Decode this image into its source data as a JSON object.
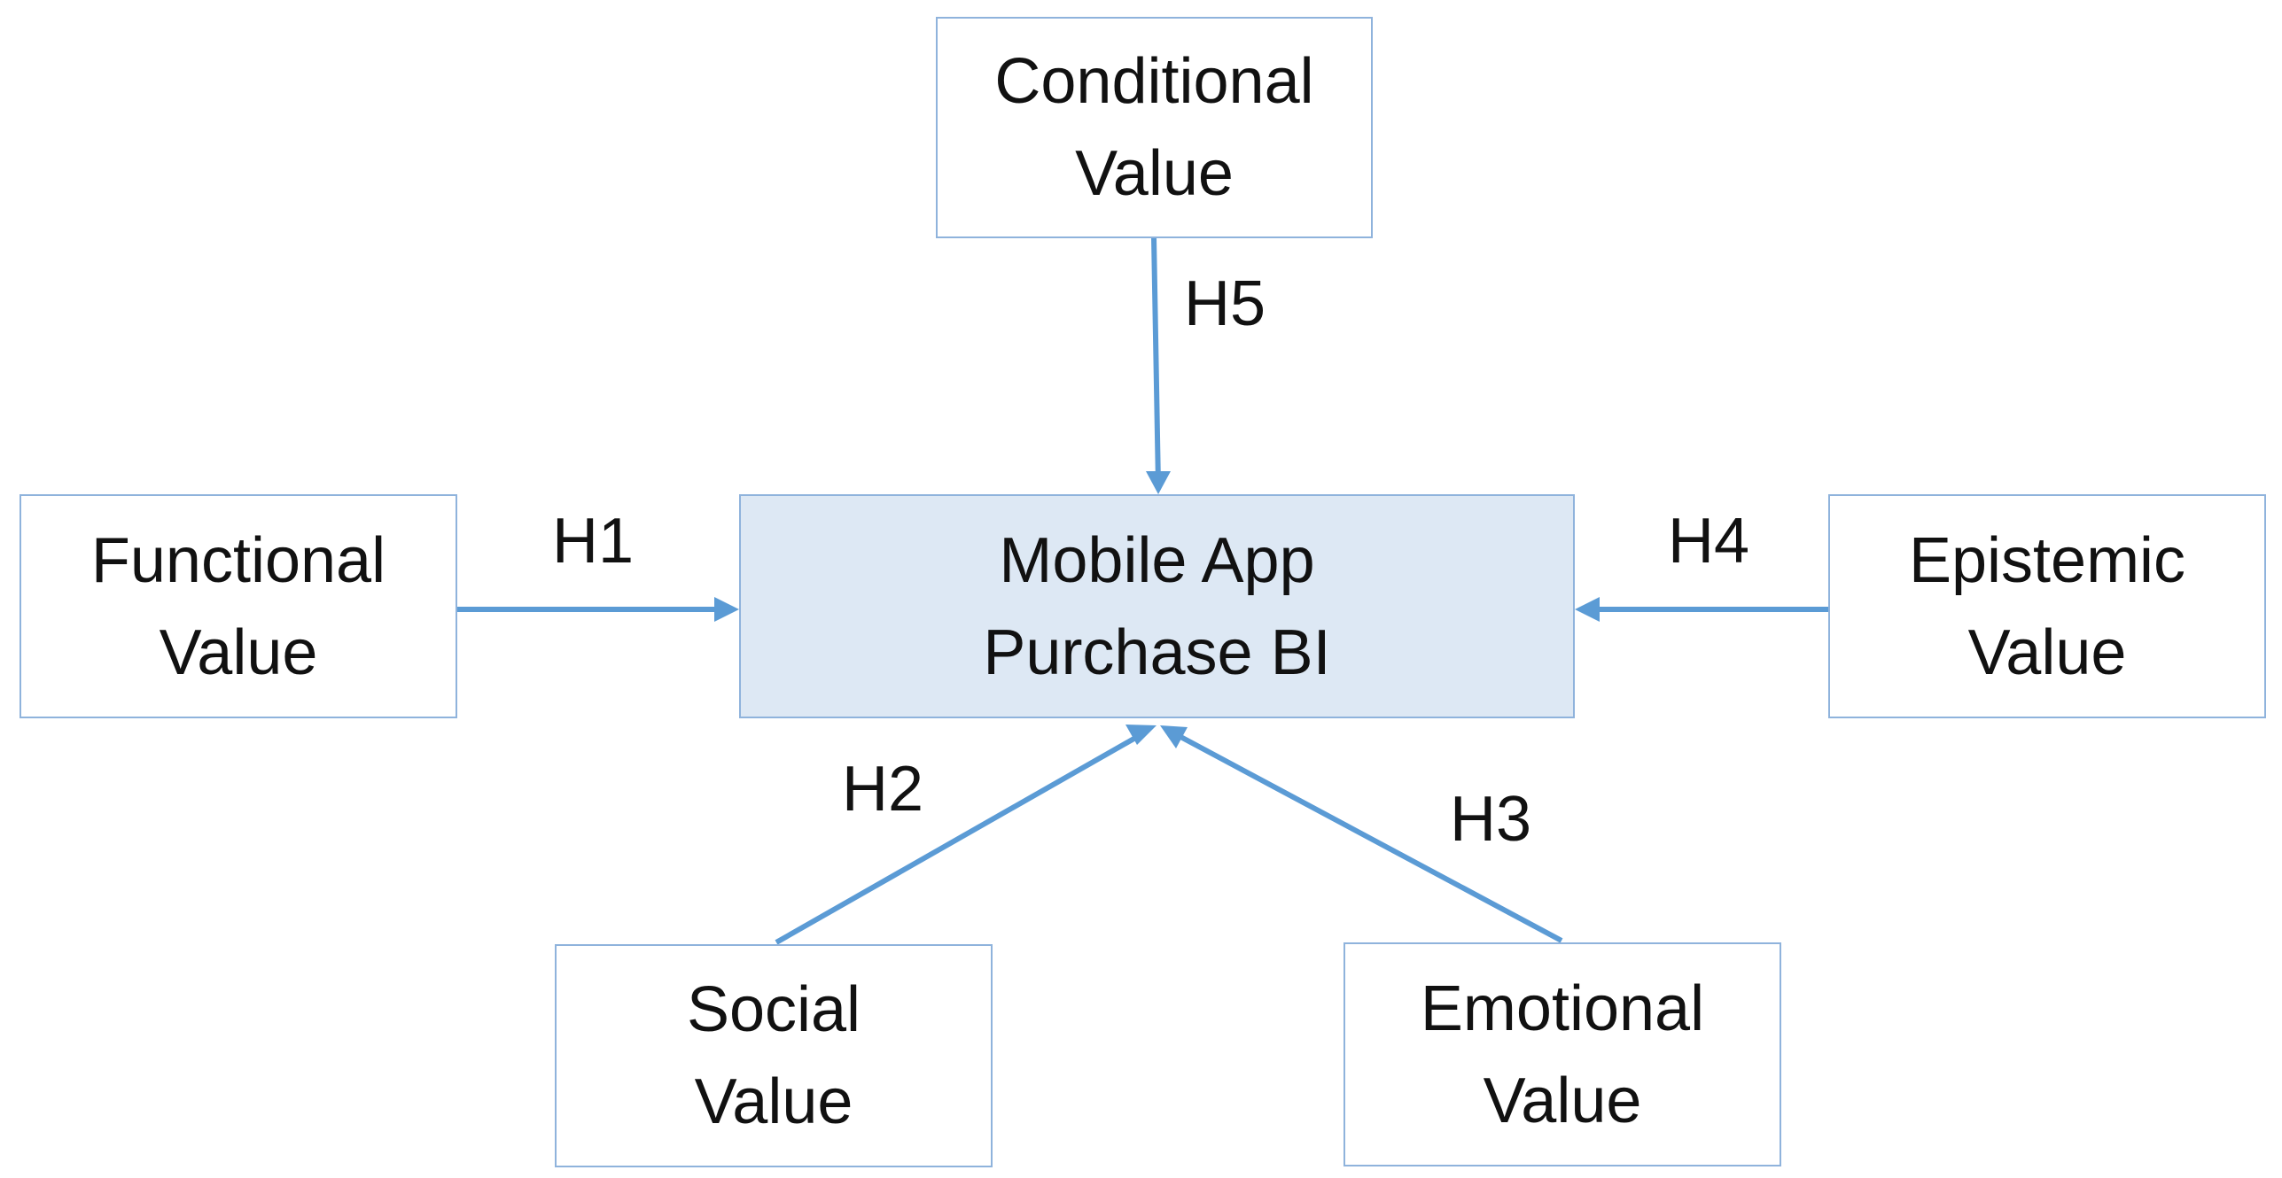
{
  "diagram": {
    "center": {
      "line1": "Mobile App",
      "line2": "Purchase BI"
    },
    "nodes": {
      "conditional": {
        "line1": "Conditional",
        "line2": "Value"
      },
      "functional": {
        "line1": "Functional",
        "line2": "Value"
      },
      "epistemic": {
        "line1": "Epistemic",
        "line2": "Value"
      },
      "social": {
        "line1": "Social",
        "line2": "Value"
      },
      "emotional": {
        "line1": "Emotional",
        "line2": "Value"
      }
    },
    "hypotheses": {
      "h1": "H1",
      "h2": "H2",
      "h3": "H3",
      "h4": "H4",
      "h5": "H5"
    },
    "colors": {
      "arrow": "#5b9bd5",
      "box_border": "#8fb3dc",
      "center_fill": "#dde8f4"
    }
  }
}
